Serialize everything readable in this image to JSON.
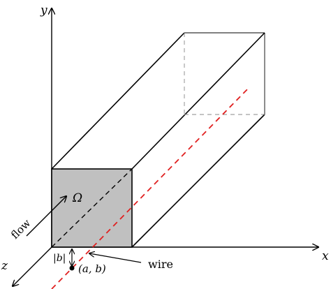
{
  "axes": {
    "x_label": "x",
    "y_label": "y",
    "z_label": "z"
  },
  "labels": {
    "omega": "Ω",
    "flow": "flow",
    "b_abs": "|b|",
    "point": "(a, b)",
    "wire": "wire"
  },
  "colors": {
    "stroke": "#000000",
    "cross_section_fill": "#c0c0c0",
    "wire_dash": "#e02020",
    "hidden_edge": "#888888"
  }
}
